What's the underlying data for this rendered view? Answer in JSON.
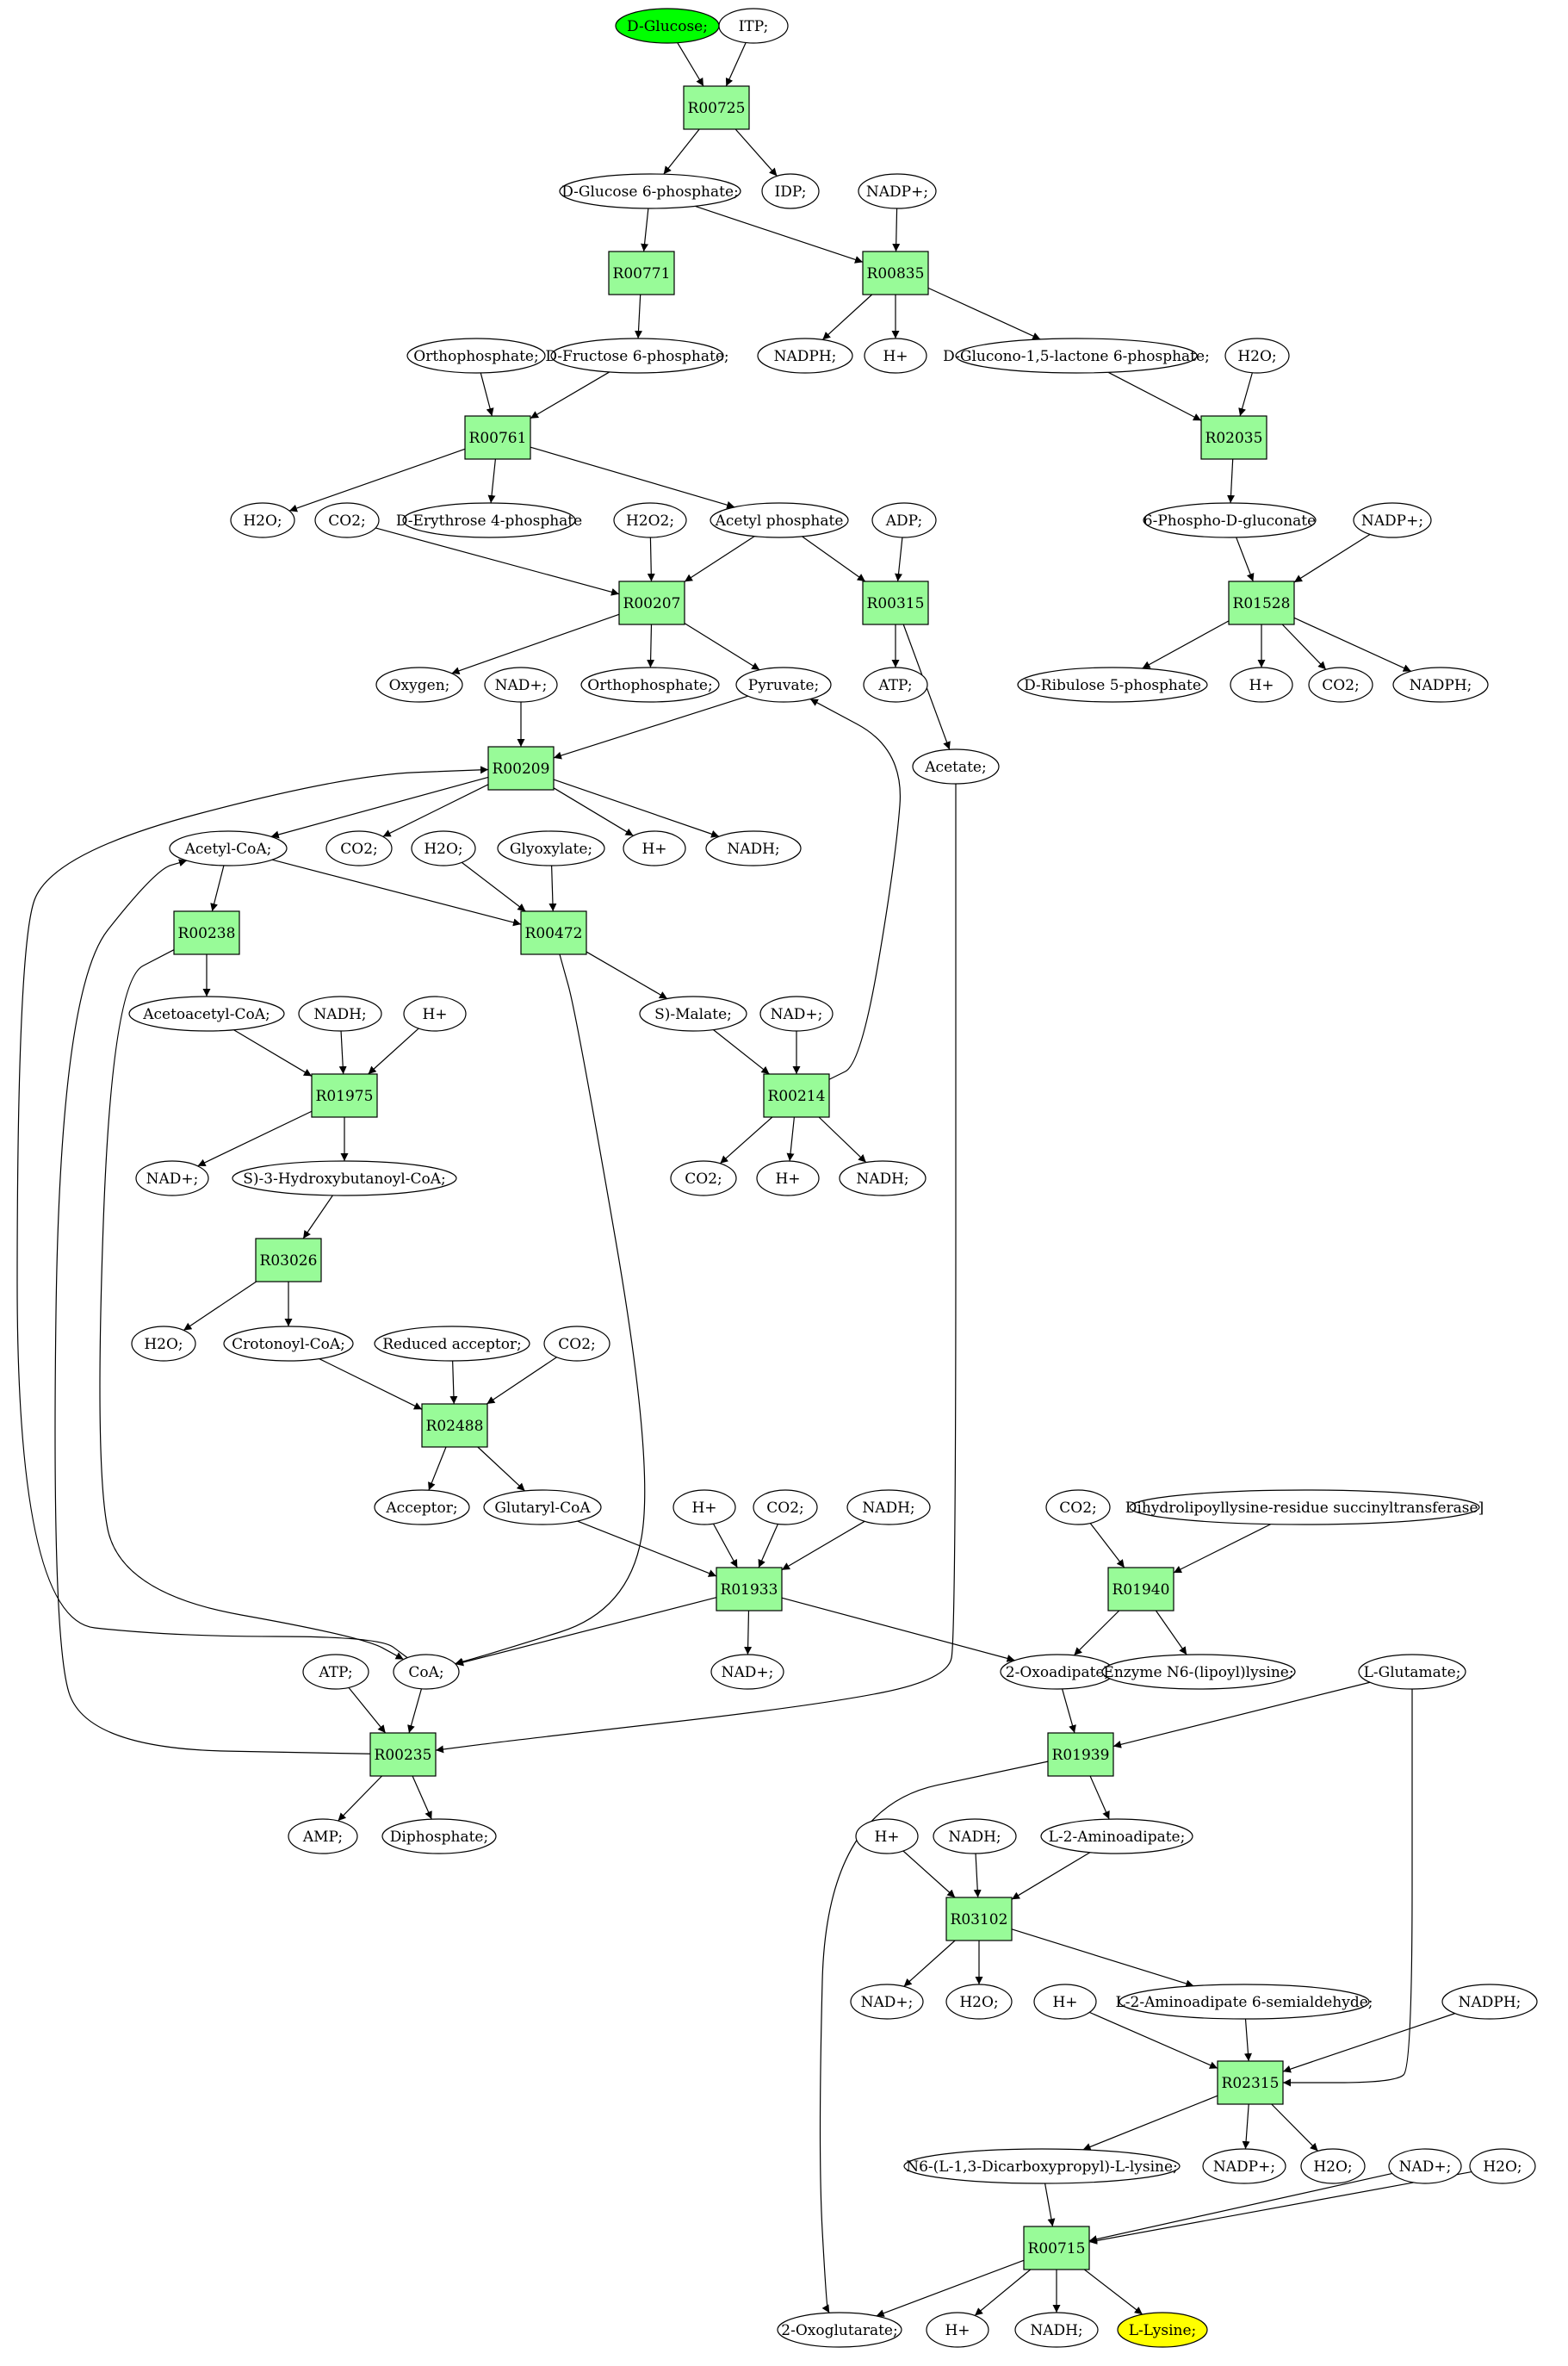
{
  "colors": {
    "reaction": "#98fb98",
    "start": "#00ff00",
    "end": "#ffff00",
    "stroke": "#000000",
    "background": "#ffffff"
  },
  "compounds": [
    {
      "id": "c1",
      "label": "D-Glucose;",
      "fill": "start"
    },
    {
      "id": "c2",
      "label": "ITP;"
    },
    {
      "id": "c3",
      "label": "D-Glucose 6-phosphate;"
    },
    {
      "id": "c4",
      "label": "IDP;"
    },
    {
      "id": "c5",
      "label": "NADP+;"
    },
    {
      "id": "c6",
      "label": "NADPH;"
    },
    {
      "id": "c7",
      "label": "H+"
    },
    {
      "id": "c8",
      "label": "D-Glucono-1,5-lactone 6-phosphate;"
    },
    {
      "id": "c9",
      "label": "H2O;"
    },
    {
      "id": "c10",
      "label": "Orthophosphate;"
    },
    {
      "id": "c11",
      "label": "D-Fructose 6-phosphate;"
    },
    {
      "id": "c12",
      "label": "6-Phospho-D-gluconate"
    },
    {
      "id": "c13",
      "label": "NADP+;"
    },
    {
      "id": "c14",
      "label": "H2O;"
    },
    {
      "id": "c15",
      "label": "CO2;"
    },
    {
      "id": "c16",
      "label": "D-Erythrose 4-phosphate"
    },
    {
      "id": "c17",
      "label": "H2O2;"
    },
    {
      "id": "c18",
      "label": "Acetyl phosphate"
    },
    {
      "id": "c19",
      "label": "ADP;"
    },
    {
      "id": "c20",
      "label": "D-Ribulose 5-phosphate"
    },
    {
      "id": "c21",
      "label": "H+"
    },
    {
      "id": "c22",
      "label": "CO2;"
    },
    {
      "id": "c23",
      "label": "NADPH;"
    },
    {
      "id": "c24",
      "label": "Oxygen;"
    },
    {
      "id": "c25",
      "label": "NAD+;"
    },
    {
      "id": "c26",
      "label": "Orthophosphate;"
    },
    {
      "id": "c27",
      "label": "Pyruvate;"
    },
    {
      "id": "c28",
      "label": "ATP;"
    },
    {
      "id": "c29",
      "label": "Acetate;"
    },
    {
      "id": "c30",
      "label": "Acetyl-CoA;"
    },
    {
      "id": "c31",
      "label": "CO2;"
    },
    {
      "id": "c32",
      "label": "H2O;"
    },
    {
      "id": "c33",
      "label": "Glyoxylate;"
    },
    {
      "id": "c34",
      "label": "H+"
    },
    {
      "id": "c35",
      "label": "NADH;"
    },
    {
      "id": "c36",
      "label": "Acetoacetyl-CoA;"
    },
    {
      "id": "c37",
      "label": "NADH;"
    },
    {
      "id": "c38",
      "label": "H+"
    },
    {
      "id": "c39",
      "label": "S)-Malate;"
    },
    {
      "id": "c40",
      "label": "NAD+;"
    },
    {
      "id": "c41",
      "label": "NAD+;"
    },
    {
      "id": "c42",
      "label": "S)-3-Hydroxybutanoyl-CoA;"
    },
    {
      "id": "c43",
      "label": "CO2;"
    },
    {
      "id": "c44",
      "label": "H+"
    },
    {
      "id": "c45",
      "label": "NADH;"
    },
    {
      "id": "c46",
      "label": "H2O;"
    },
    {
      "id": "c47",
      "label": "Crotonoyl-CoA;"
    },
    {
      "id": "c48",
      "label": "Reduced acceptor;"
    },
    {
      "id": "c49",
      "label": "CO2;"
    },
    {
      "id": "c50",
      "label": "Acceptor;"
    },
    {
      "id": "c51",
      "label": "Glutaryl-CoA"
    },
    {
      "id": "c52",
      "label": "H+"
    },
    {
      "id": "c53",
      "label": "CO2;"
    },
    {
      "id": "c54",
      "label": "NADH;"
    },
    {
      "id": "c55",
      "label": "CO2;"
    },
    {
      "id": "c56",
      "label": "Dihydrolipoyllysine-residue succinyltransferase]"
    },
    {
      "id": "c57",
      "label": "ATP;"
    },
    {
      "id": "c58",
      "label": "CoA;"
    },
    {
      "id": "c59",
      "label": "NAD+;"
    },
    {
      "id": "c60",
      "label": "2-Oxoadipate;"
    },
    {
      "id": "c61",
      "label": "Enzyme N6-(lipoyl)lysine;"
    },
    {
      "id": "c62",
      "label": "L-Glutamate;"
    },
    {
      "id": "c63",
      "label": "AMP;"
    },
    {
      "id": "c64",
      "label": "Diphosphate;"
    },
    {
      "id": "c65",
      "label": "H+"
    },
    {
      "id": "c66",
      "label": "NADH;"
    },
    {
      "id": "c67",
      "label": "L-2-Aminoadipate;"
    },
    {
      "id": "c68",
      "label": "NAD+;"
    },
    {
      "id": "c69",
      "label": "H2O;"
    },
    {
      "id": "c70",
      "label": "H+"
    },
    {
      "id": "c71",
      "label": "L-2-Aminoadipate 6-semialdehyde;"
    },
    {
      "id": "c72",
      "label": "NADPH;"
    },
    {
      "id": "c73",
      "label": "N6-(L-1,3-Dicarboxypropyl)-L-lysine;"
    },
    {
      "id": "c74",
      "label": "NADP+;"
    },
    {
      "id": "c75",
      "label": "H2O;"
    },
    {
      "id": "c76",
      "label": "NAD+;"
    },
    {
      "id": "c77",
      "label": "H2O;"
    },
    {
      "id": "c78",
      "label": "2-Oxoglutarate;"
    },
    {
      "id": "c79",
      "label": "H+"
    },
    {
      "id": "c80",
      "label": "NADH;"
    },
    {
      "id": "c81",
      "label": "L-Lysine;",
      "fill": "end"
    }
  ],
  "reactions": [
    {
      "id": "r1",
      "label": "R00725"
    },
    {
      "id": "r2",
      "label": "R00771"
    },
    {
      "id": "r3",
      "label": "R00835"
    },
    {
      "id": "r4",
      "label": "R00761"
    },
    {
      "id": "r5",
      "label": "R02035"
    },
    {
      "id": "r6",
      "label": "R00207"
    },
    {
      "id": "r7",
      "label": "R00315"
    },
    {
      "id": "r8",
      "label": "R01528"
    },
    {
      "id": "r9",
      "label": "R00209"
    },
    {
      "id": "r10",
      "label": "R00238"
    },
    {
      "id": "r11",
      "label": "R00472"
    },
    {
      "id": "r12",
      "label": "R01975"
    },
    {
      "id": "r13",
      "label": "R00214"
    },
    {
      "id": "r14",
      "label": "R03026"
    },
    {
      "id": "r15",
      "label": "R02488"
    },
    {
      "id": "r16",
      "label": "R01933"
    },
    {
      "id": "r17",
      "label": "R01940"
    },
    {
      "id": "r18",
      "label": "R00235"
    },
    {
      "id": "r19",
      "label": "R01939"
    },
    {
      "id": "r20",
      "label": "R03102"
    },
    {
      "id": "r21",
      "label": "R02315"
    },
    {
      "id": "r22",
      "label": "R00715"
    }
  ],
  "edges": [
    [
      "c1",
      "r1"
    ],
    [
      "c2",
      "r1"
    ],
    [
      "r1",
      "c3"
    ],
    [
      "r1",
      "c4"
    ],
    [
      "c3",
      "r2"
    ],
    [
      "c3",
      "r3"
    ],
    [
      "c5",
      "r3"
    ],
    [
      "r2",
      "c11"
    ],
    [
      "r3",
      "c6"
    ],
    [
      "r3",
      "c7"
    ],
    [
      "r3",
      "c8"
    ],
    [
      "c8",
      "r5"
    ],
    [
      "c9",
      "r5"
    ],
    [
      "r5",
      "c12"
    ],
    [
      "c10",
      "r4"
    ],
    [
      "c11",
      "r4"
    ],
    [
      "r4",
      "c14"
    ],
    [
      "r4",
      "c16"
    ],
    [
      "r4",
      "c18"
    ],
    [
      "c12",
      "r8"
    ],
    [
      "c13",
      "r8"
    ],
    [
      "r8",
      "c20"
    ],
    [
      "r8",
      "c21"
    ],
    [
      "r8",
      "c22"
    ],
    [
      "r8",
      "c23"
    ],
    [
      "c15",
      "r6"
    ],
    [
      "c17",
      "r6"
    ],
    [
      "c18",
      "r6"
    ],
    [
      "c18",
      "r7"
    ],
    [
      "c19",
      "r7"
    ],
    [
      "r6",
      "c24"
    ],
    [
      "r6",
      "c26"
    ],
    [
      "r6",
      "c27"
    ],
    [
      "r7",
      "c28"
    ],
    [
      "r7",
      "c29"
    ],
    [
      "c25",
      "r9"
    ],
    [
      "c27",
      "r9"
    ],
    [
      "r9",
      "c30"
    ],
    [
      "r9",
      "c31"
    ],
    [
      "r9",
      "c34"
    ],
    [
      "r9",
      "c35"
    ],
    [
      "c30",
      "r10"
    ],
    [
      "c30",
      "r11"
    ],
    [
      "c32",
      "r11"
    ],
    [
      "c33",
      "r11"
    ],
    [
      "r10",
      "c36"
    ],
    [
      "r11",
      "c39"
    ],
    [
      "c36",
      "r12"
    ],
    [
      "c37",
      "r12"
    ],
    [
      "c38",
      "r12"
    ],
    [
      "r12",
      "c41"
    ],
    [
      "r12",
      "c42"
    ],
    [
      "c39",
      "r13"
    ],
    [
      "c40",
      "r13"
    ],
    [
      "r13",
      "c43"
    ],
    [
      "r13",
      "c44"
    ],
    [
      "r13",
      "c45"
    ],
    [
      "r13",
      "c27"
    ],
    [
      "c42",
      "r14"
    ],
    [
      "r14",
      "c46"
    ],
    [
      "r14",
      "c47"
    ],
    [
      "c47",
      "r15"
    ],
    [
      "c48",
      "r15"
    ],
    [
      "c49",
      "r15"
    ],
    [
      "r15",
      "c50"
    ],
    [
      "r15",
      "c51"
    ],
    [
      "c51",
      "r16"
    ],
    [
      "c52",
      "r16"
    ],
    [
      "c53",
      "r16"
    ],
    [
      "c54",
      "r16"
    ],
    [
      "r16",
      "c58"
    ],
    [
      "r16",
      "c59"
    ],
    [
      "r16",
      "c60"
    ],
    [
      "c55",
      "r17"
    ],
    [
      "c56",
      "r17"
    ],
    [
      "r17",
      "c60"
    ],
    [
      "r17",
      "c61"
    ],
    [
      "r10",
      "c58"
    ],
    [
      "r11",
      "c58"
    ],
    [
      "c58",
      "r9"
    ],
    [
      "c57",
      "r18"
    ],
    [
      "c58",
      "r18"
    ],
    [
      "c29",
      "r18"
    ],
    [
      "r18",
      "c63"
    ],
    [
      "r18",
      "c64"
    ],
    [
      "r18",
      "c30"
    ],
    [
      "c60",
      "r19"
    ],
    [
      "c62",
      "r19"
    ],
    [
      "r19",
      "c67"
    ],
    [
      "r19",
      "c78"
    ],
    [
      "c65",
      "r20"
    ],
    [
      "c66",
      "r20"
    ],
    [
      "c67",
      "r20"
    ],
    [
      "r20",
      "c68"
    ],
    [
      "r20",
      "c69"
    ],
    [
      "r20",
      "c71"
    ],
    [
      "c70",
      "r21"
    ],
    [
      "c71",
      "r21"
    ],
    [
      "c72",
      "r21"
    ],
    [
      "c62",
      "r21"
    ],
    [
      "r21",
      "c73"
    ],
    [
      "r21",
      "c74"
    ],
    [
      "r21",
      "c75"
    ],
    [
      "c73",
      "r22"
    ],
    [
      "c76",
      "r22"
    ],
    [
      "c77",
      "r22"
    ],
    [
      "r22",
      "c78"
    ],
    [
      "r22",
      "c79"
    ],
    [
      "r22",
      "c80"
    ],
    [
      "r22",
      "c81"
    ]
  ]
}
